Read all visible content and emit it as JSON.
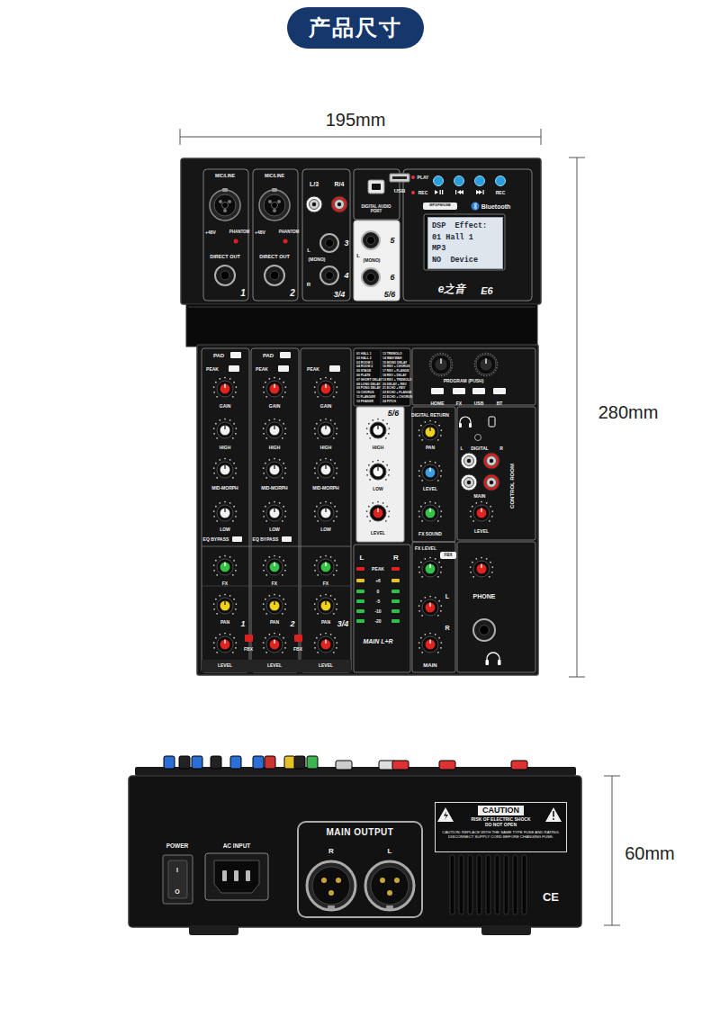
{
  "diagram": {
    "title": "产品尺寸",
    "nodes": [
      {
        "text": [
          "DSP  Effect:",
          "01 Hall 1",
          "MP3",
          "NO  Device"
        ]
      },
      {
        "text": [
          "MAIN OUTPUT"
        ]
      },
      {
        "text": [
          "CAUTION",
          "RISK OF ELECTRIC SHOCK",
          "DO NOT OPEN",
          "CAUTION: REPLACE WITH THE SAME TYPE FUSE AND RATING.",
          "DISCONNECT SUPPLY CORD BEFORE CHANGING FUSE."
        ]
      }
    ],
    "labels": [
      "195mm",
      "280mm",
      "60mm",
      "MIC/LINE",
      "+48V",
      "PHANTOM",
      "DIRECT OUT",
      "1",
      "MIC/LINE",
      "+48V",
      "PHANTOM",
      "DIRECT OUT",
      "2",
      "L/3",
      "R/4",
      "3",
      "L",
      "(MONO)",
      "R",
      "4",
      "3/4",
      "DIGITAL AUDIO PORT",
      "USB",
      "5",
      "L",
      "(MONO)",
      "6",
      "5/6",
      "PLAY",
      "REC",
      "REC",
      "Bluetooth",
      "E6",
      "e之音",
      "PAD",
      "PEAK",
      "GAIN",
      "HIGH",
      "MID-MORPH",
      "LOW",
      "EQ BYPASS",
      "FX",
      "PAN",
      "1",
      "FBX",
      "LEVEL",
      "PAD",
      "PEAK",
      "GAIN",
      "HIGH",
      "MID-MORPH",
      "LOW",
      "EQ BYPASS",
      "FX",
      "PAN",
      "2",
      "FBX",
      "LEVEL",
      "PEAK",
      "GAIN",
      "HIGH",
      "MID-MORPH",
      "LOW",
      "FX",
      "PAN",
      "3/4",
      "LEVEL",
      "01 HALL 1",
      "02 HALL 2",
      "03 ROOM 1",
      "04 ROOM 2",
      "05 STAGE",
      "06 PLATE",
      "07 SHORT DELAY",
      "08 LONG DELAY",
      "09 PONG DELAY",
      "10 CHORUS",
      "11 FLANGER",
      "12 PHASER",
      "13 TREMOLO",
      "14 WAH WAH",
      "15 MONO DELAY",
      "16 REV + CHORUS",
      "17 REV + FLANGE",
      "18 REV + DELAY",
      "19 REV + TREMOLO",
      "20 DELAY + REV",
      "21 ECHO + REV",
      "22 ECHO + FLANGE",
      "23 ECHO + CHORUS",
      "24 PITCH",
      "5/6",
      "HIGH",
      "LOW",
      "LEVEL",
      "PROGRAM (PUSH)",
      "HOME",
      "FX",
      "USB",
      "BT",
      "DIGITAL RETURN",
      "PAN",
      "LEVEL",
      "FX SOUND",
      "L",
      "DIGITAL",
      "R",
      "MAIN",
      "LEVEL",
      "CONTROL ROOM",
      "L",
      "R",
      "PEAK",
      "+6",
      "0",
      "-5",
      "-10",
      "-20",
      "MAIN L+R",
      "FX LEVEL",
      "FBX",
      "L",
      "R",
      "MAIN",
      "PHONE",
      "POWER",
      "AC INPUT",
      "R",
      "L",
      "CE",
      "MP3/FM/USB",
      "I",
      "O"
    ]
  }
}
